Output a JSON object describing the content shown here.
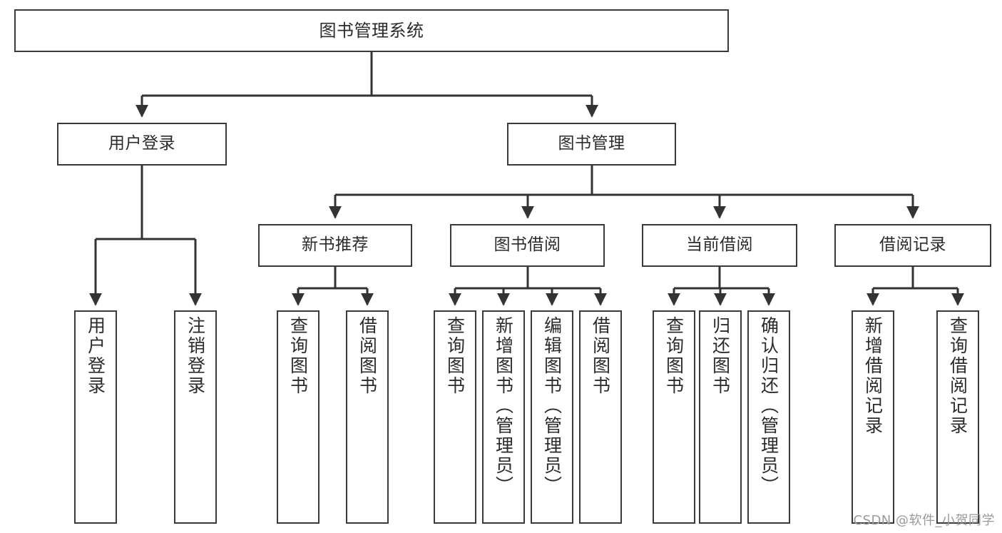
{
  "diagram": {
    "title": "图书管理系统",
    "type": "tree-hierarchy",
    "colors": {
      "box_border": "#3a3a3a",
      "box_fill": "#ffffff",
      "edge": "#333333",
      "text": "#2b2b2b",
      "watermark": "#9a9a9a",
      "background": "#ffffff"
    },
    "watermark": "CSDN @软件_小贺同学",
    "levels": [
      {
        "level": 1,
        "nodes": [
          {
            "id": "root",
            "label": "图书管理系统",
            "orientation": "horizontal"
          }
        ]
      },
      {
        "level": 2,
        "nodes": [
          {
            "id": "login",
            "label": "用户登录",
            "orientation": "horizontal",
            "parent": "root"
          },
          {
            "id": "books",
            "label": "图书管理",
            "orientation": "horizontal",
            "parent": "root"
          }
        ]
      },
      {
        "level": 3,
        "nodes": [
          {
            "id": "recommend",
            "label": "新书推荐",
            "orientation": "horizontal",
            "parent": "books"
          },
          {
            "id": "borrow",
            "label": "图书借阅",
            "orientation": "horizontal",
            "parent": "books"
          },
          {
            "id": "current",
            "label": "当前借阅",
            "orientation": "horizontal",
            "parent": "books"
          },
          {
            "id": "records",
            "label": "借阅记录",
            "orientation": "horizontal",
            "parent": "books"
          }
        ]
      },
      {
        "level": 4,
        "nodes": [
          {
            "id": "leaf-user-login",
            "label": "用户登录",
            "orientation": "vertical",
            "parent": "login"
          },
          {
            "id": "leaf-user-logout",
            "label": "注销登录",
            "orientation": "vertical",
            "parent": "login"
          },
          {
            "id": "leaf-rec-query",
            "label": "查询图书",
            "orientation": "vertical",
            "parent": "recommend"
          },
          {
            "id": "leaf-rec-borrow",
            "label": "借阅图书",
            "orientation": "vertical",
            "parent": "recommend"
          },
          {
            "id": "leaf-borrow-query",
            "label": "查询图书",
            "orientation": "vertical",
            "parent": "borrow"
          },
          {
            "id": "leaf-borrow-add",
            "label": "新增图书（管理员）",
            "orientation": "vertical",
            "parent": "borrow"
          },
          {
            "id": "leaf-borrow-edit",
            "label": "编辑图书（管理员）",
            "orientation": "vertical",
            "parent": "borrow"
          },
          {
            "id": "leaf-borrow-lend",
            "label": "借阅图书",
            "orientation": "vertical",
            "parent": "borrow"
          },
          {
            "id": "leaf-cur-query",
            "label": "查询图书",
            "orientation": "vertical",
            "parent": "current"
          },
          {
            "id": "leaf-cur-return",
            "label": "归还图书",
            "orientation": "vertical",
            "parent": "current"
          },
          {
            "id": "leaf-cur-confirm",
            "label": "确认归还（管理员）",
            "orientation": "vertical",
            "parent": "current"
          },
          {
            "id": "leaf-rec-add",
            "label": "新增借阅记录",
            "orientation": "vertical",
            "parent": "records"
          },
          {
            "id": "leaf-rec-search",
            "label": "查询借阅记录",
            "orientation": "vertical",
            "parent": "records"
          }
        ]
      }
    ]
  }
}
